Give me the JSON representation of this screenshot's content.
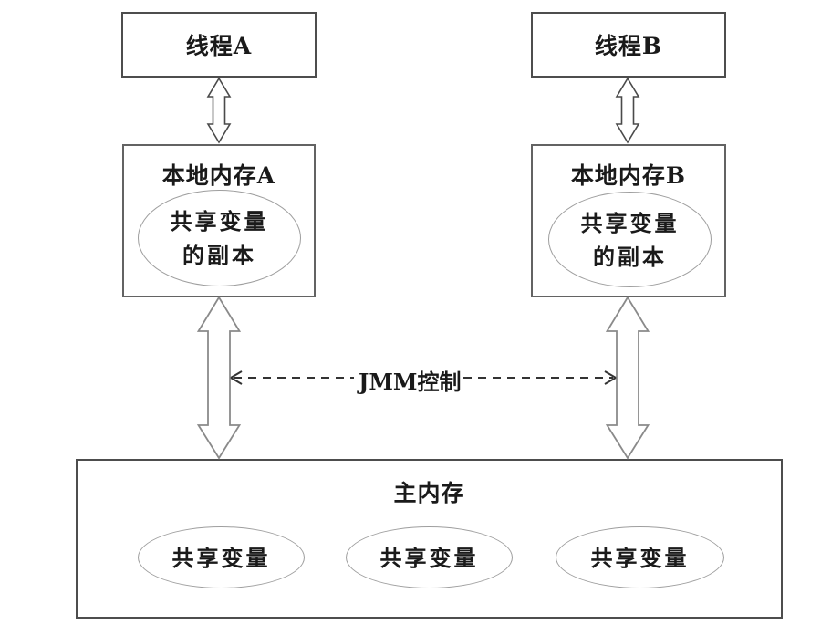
{
  "diagram": {
    "title_meaning": "Java Memory Model (JMM) abstract structure",
    "threads": [
      {
        "label": "线程A"
      },
      {
        "label": "线程B"
      }
    ],
    "local_memories": [
      {
        "label": "本地内存A",
        "copy_line1": "共享变量",
        "copy_line2": "的副本"
      },
      {
        "label": "本地内存B",
        "copy_line1": "共享变量",
        "copy_line2": "的副本"
      }
    ],
    "jmm_control_label": "JMM控制",
    "main_memory": {
      "label": "主内存",
      "shared_vars": [
        "共享变量",
        "共享变量",
        "共享变量"
      ]
    },
    "colors": {
      "background": "#ffffff",
      "box_border_dark": "#4d4d4d",
      "box_border_mid": "#636363",
      "ellipse_border": "#9e9e9e",
      "small_arrow_stroke": "#4a4a4a",
      "big_arrow_stroke": "#8a8a8a",
      "dashed_arrow": "#333333",
      "text": "#1a1a1a"
    }
  }
}
